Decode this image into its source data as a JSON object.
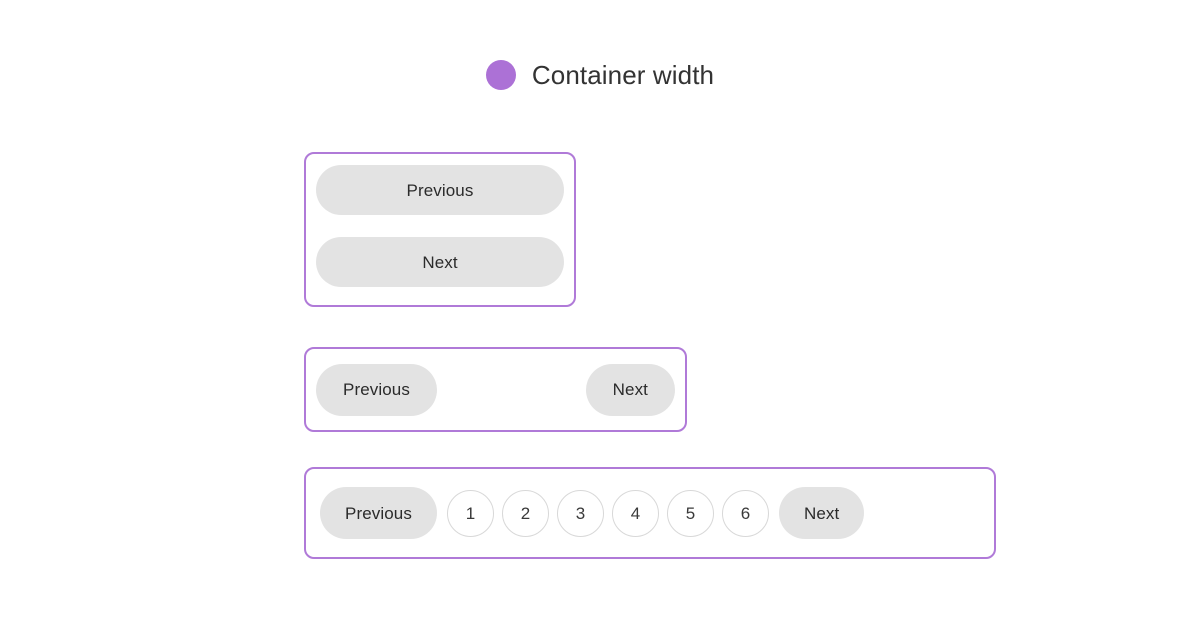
{
  "heading": {
    "dot_color": "#ac71d6",
    "text": "Container width"
  },
  "theme": {
    "container_border_color": "#b07ad8",
    "button_bg": "#e3e3e3",
    "button_text_color": "#2b2b2b",
    "circle_border_color": "#d8d8d8",
    "page_background": "#ffffff"
  },
  "demos": {
    "stacked": {
      "previous_label": "Previous",
      "next_label": "Next"
    },
    "spread": {
      "previous_label": "Previous",
      "next_label": "Next"
    },
    "numbered": {
      "previous_label": "Previous",
      "next_label": "Next",
      "pages": [
        "1",
        "2",
        "3",
        "4",
        "5",
        "6"
      ]
    }
  }
}
